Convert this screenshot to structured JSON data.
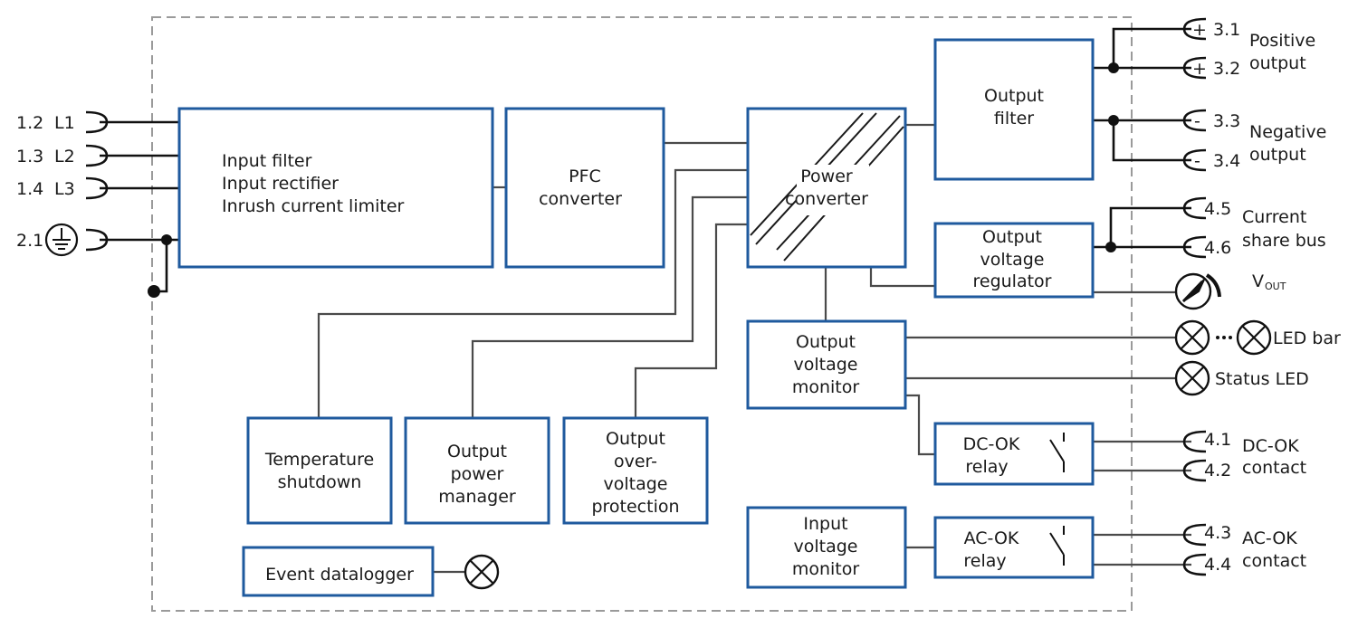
{
  "inputs": {
    "l1_pin": "1.2",
    "l1_label": "L1",
    "l2_pin": "1.3",
    "l2_label": "L2",
    "l3_pin": "1.4",
    "l3_label": "L3",
    "pe_pin": "2.1"
  },
  "blocks": {
    "input_filter": [
      "Input filter",
      "Input rectifier",
      "Inrush current limiter"
    ],
    "pfc": [
      "PFC",
      "converter"
    ],
    "power_converter": [
      "Power",
      "converter"
    ],
    "output_filter": [
      "Output",
      "filter"
    ],
    "voltage_regulator": [
      "Output",
      "voltage",
      "regulator"
    ],
    "voltage_monitor": [
      "Output",
      "voltage",
      "monitor"
    ],
    "dcok_relay": [
      "DC-OK",
      "relay"
    ],
    "input_monitor": [
      "Input",
      "voltage",
      "monitor"
    ],
    "acok_relay": [
      "AC-OK",
      "relay"
    ],
    "temp": [
      "Temperature",
      "shutdown"
    ],
    "power_manager": [
      "Output",
      "power",
      "manager"
    ],
    "ovp": [
      "Output",
      "over-",
      "voltage",
      "protection"
    ],
    "datalogger": "Event datalogger"
  },
  "outputs": {
    "p31": "3.1",
    "p32": "3.2",
    "p33": "3.3",
    "p34": "3.4",
    "p45": "4.5",
    "p46": "4.6",
    "p41": "4.1",
    "p42": "4.2",
    "p43": "4.3",
    "p44": "4.4",
    "plus": "+",
    "minus": "-",
    "positive": [
      "Positive",
      "output"
    ],
    "negative": [
      "Negative",
      "output"
    ],
    "share": [
      "Current",
      "share bus"
    ],
    "vout_main": "V",
    "vout_sub": "OUT",
    "led_bar": "LED bar",
    "status_led": "Status LED",
    "dcok": [
      "DC-OK",
      "contact"
    ],
    "acok": [
      "AC-OK",
      "contact"
    ]
  },
  "colors": {
    "block_border": "#1f5a9e",
    "wire": "#4a4a4a",
    "frame": "#9a9a9a"
  }
}
